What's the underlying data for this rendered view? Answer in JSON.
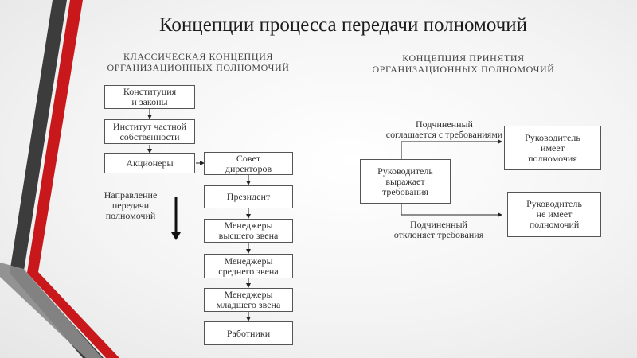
{
  "title": "Концепции процесса передачи полномочий",
  "left": {
    "heading_line1": "КЛАССИЧЕСКАЯ КОНЦЕПЦИЯ",
    "heading_line2": "ОРГАНИЗАЦИОННЫХ ПОЛНОМОЧИЙ",
    "chain": [
      {
        "line1": "Конституция",
        "line2": "и законы"
      },
      {
        "line1": "Институт частной",
        "line2": "собственности"
      },
      {
        "line1": "Акционеры",
        "line2": ""
      }
    ],
    "column": [
      {
        "line1": "Совет",
        "line2": "директоров"
      },
      {
        "line1": "Президент",
        "line2": ""
      },
      {
        "line1": "Менеджеры",
        "line2": "высшего звена"
      },
      {
        "line1": "Менеджеры",
        "line2": "среднего звена"
      },
      {
        "line1": "Менеджеры",
        "line2": "младшего звена"
      },
      {
        "line1": "Работники",
        "line2": ""
      }
    ],
    "direction_label": [
      "Направление",
      "передачи",
      "полномочий"
    ]
  },
  "right": {
    "heading_line1": "КОНЦЕПЦИЯ ПРИНЯТИЯ",
    "heading_line2": "ОРГАНИЗАЦИОННЫХ ПОЛНОМОЧИЙ",
    "source": {
      "line1": "Руководитель",
      "line2": "выражает",
      "line3": "требования"
    },
    "accept_label": {
      "line1": "Подчиненный",
      "line2": "соглашается с требованиями"
    },
    "reject_label": {
      "line1": "Подчиненный",
      "line2": "отклоняет требования"
    },
    "has_authority": {
      "line1": "Руководитель",
      "line2": "имеет",
      "line3": "полномочия"
    },
    "no_authority": {
      "line1": "Руководитель",
      "line2": "не имеет",
      "line3": "полномочий"
    }
  },
  "colors": {
    "stripe_dark": "#3c3c3c",
    "stripe_red": "#c8181b",
    "stripe_gray": "#8a8a8a"
  }
}
